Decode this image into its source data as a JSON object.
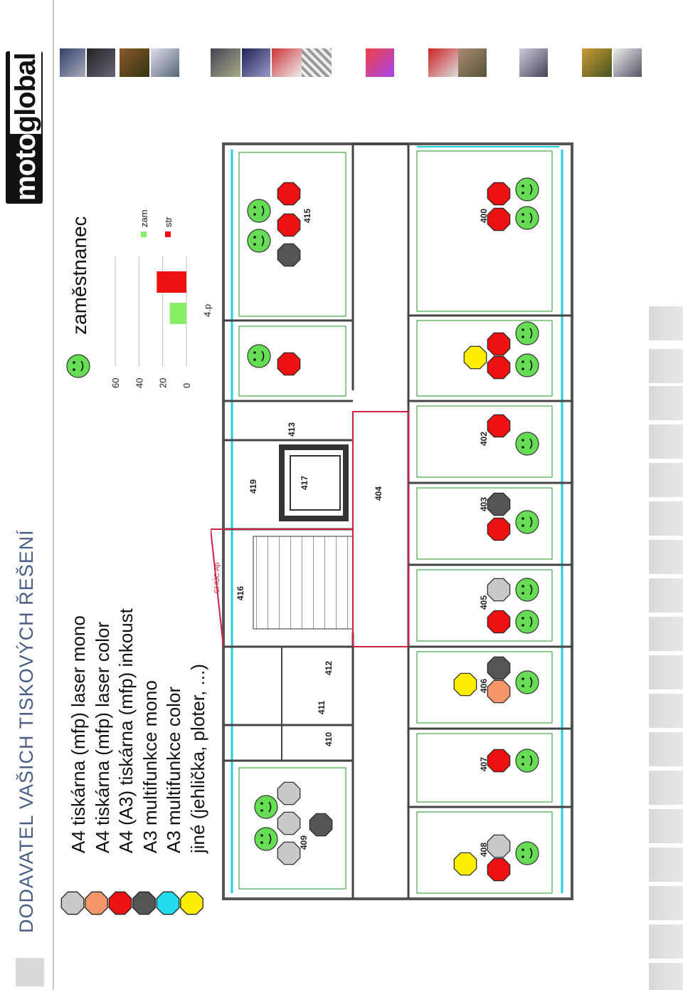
{
  "header": {
    "title": "DODAVATEL VAŠICH TISKOVÝCH ŘEŠENÍ",
    "logo_part1": "moto",
    "logo_part2": "global"
  },
  "legend": {
    "items": [
      {
        "label": "A4 tiskárna (mfp) laser mono",
        "color": "#c8c8c8"
      },
      {
        "label": "A4 tiskárna (mfp) laser color",
        "color": "#f4956a"
      },
      {
        "label": "A4 (A3) tiskárna (mfp) inkoust",
        "color": "#ee1111"
      },
      {
        "label": "A3 multifunkce mono",
        "color": "#555555"
      },
      {
        "label": "A3 multifunkce color",
        "color": "#22ddee"
      },
      {
        "label": "jiné (jehlička, ploter, ...)",
        "color": "#ffee00"
      }
    ],
    "employee_label": "zaměstnanec",
    "employee_color": "#66dd55"
  },
  "floorplan": {
    "rooms": [
      {
        "id": "r415",
        "label": "415"
      },
      {
        "id": "r400",
        "label": "400"
      },
      {
        "id": "r402",
        "label": "402"
      },
      {
        "id": "r403",
        "label": "403"
      },
      {
        "id": "r404",
        "label": "404"
      },
      {
        "id": "r405",
        "label": "405"
      },
      {
        "id": "r406",
        "label": "406"
      },
      {
        "id": "r407",
        "label": "407"
      },
      {
        "id": "r408",
        "label": "408"
      },
      {
        "id": "r409",
        "label": "409"
      },
      {
        "id": "r410",
        "label": "410"
      },
      {
        "id": "r411",
        "label": "411"
      },
      {
        "id": "r412",
        "label": "412"
      },
      {
        "id": "r413",
        "label": "413"
      },
      {
        "id": "r416",
        "label": "416"
      },
      {
        "id": "r417",
        "label": "417"
      },
      {
        "id": "r419",
        "label": "419"
      },
      {
        "id": "corridor",
        "label": "CHÚC Ap"
      }
    ]
  },
  "chart_data": {
    "type": "bar",
    "categories": [
      "4.p"
    ],
    "series": [
      {
        "name": "zam",
        "values": [
          14
        ],
        "color": "#88ee66"
      },
      {
        "name": "str",
        "values": [
          25
        ],
        "color": "#ee1111"
      }
    ],
    "ylim": [
      0,
      60
    ],
    "yticks": [
      "0",
      "20",
      "40",
      "60"
    ],
    "legend_position": "right"
  }
}
